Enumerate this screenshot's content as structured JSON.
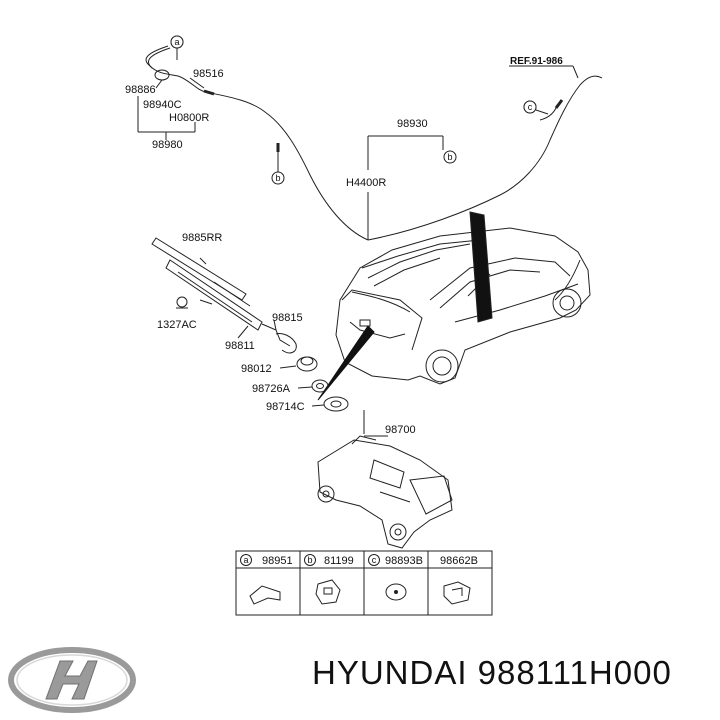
{
  "callouts": {
    "a_top": "a",
    "c_top": "c",
    "b_left": "b",
    "b_right": "b"
  },
  "labels": {
    "p98886": "98886",
    "p98940c": "98940C",
    "h0800r": "H0800R",
    "p98980": "98980",
    "p98516": "98516",
    "ref": "REF.91-986",
    "p98930": "98930",
    "h4400r": "H4400R",
    "p9885rr": "9885RR",
    "p1327ac": "1327AC",
    "p98815": "98815",
    "p98811": "98811",
    "p98012": "98012",
    "p98726a": "98726A",
    "p98714c": "98714C",
    "p98700": "98700"
  },
  "legend": {
    "cells": [
      {
        "letter": "a",
        "part": "98951"
      },
      {
        "letter": "b",
        "part": "81199"
      },
      {
        "letter": "c",
        "part": "98893B"
      },
      {
        "letter": "",
        "part": "98662B"
      }
    ]
  },
  "brand": {
    "text": "HYUNDAI 988111H000",
    "logo": "hyundai-logo"
  },
  "colors": {
    "line": "#222222",
    "logo_silver": "#9a9a9a"
  }
}
